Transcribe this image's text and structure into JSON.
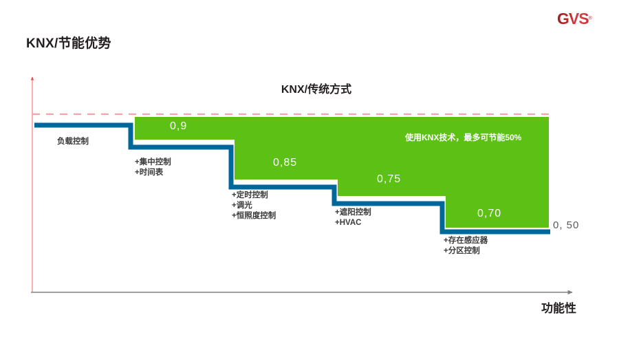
{
  "page": {
    "title": "KNX/节能优势",
    "background_color": "#ffffff"
  },
  "brand": {
    "name": "GVS",
    "trademark_symbol": "®",
    "color": "#b72227"
  },
  "chart_data": {
    "type": "area",
    "title": "KNX/传统方式",
    "xlabel": "功能性",
    "ylabel": "",
    "grid": false,
    "legend": null,
    "reference_line": {
      "value": 1.0,
      "style": "dashed",
      "color": "#f4a3a6",
      "label": ""
    },
    "annotation": "使用KNX技术，最多可节能50%",
    "colors": {
      "area": "#5cc114",
      "line": "#00679b",
      "axis_x": "#808080",
      "axis_y": "#f58e8e",
      "value_label": "#ffffff",
      "note": "#3b3b3b"
    },
    "ylim": [
      0,
      1.05
    ],
    "categories": [
      "负载控制",
      "+集中控制 / +时间表",
      "+定时控制 / +调光 / +恒照度控制",
      "+遮阳控制 / +HVAC",
      "+存在感应器 / +分区控制"
    ],
    "values": [
      1.0,
      0.9,
      0.85,
      0.75,
      0.7
    ],
    "final_value": 0.5,
    "steps": [
      {
        "index": 0,
        "value_label": "",
        "notes": [
          "负载控制"
        ]
      },
      {
        "index": 1,
        "value_label": "0,9",
        "notes": [
          "+集中控制",
          "+时间表"
        ]
      },
      {
        "index": 2,
        "value_label": "0,85",
        "notes": [
          "+定时控制",
          "+调光",
          "+恒照度控制"
        ]
      },
      {
        "index": 3,
        "value_label": "0,75",
        "notes": [
          "+遮阳控制",
          "+HVAC"
        ]
      },
      {
        "index": 4,
        "value_label": "0,70",
        "notes": [
          "+存在感应器",
          "+分区控制"
        ]
      }
    ],
    "end_label": "0, 50"
  }
}
